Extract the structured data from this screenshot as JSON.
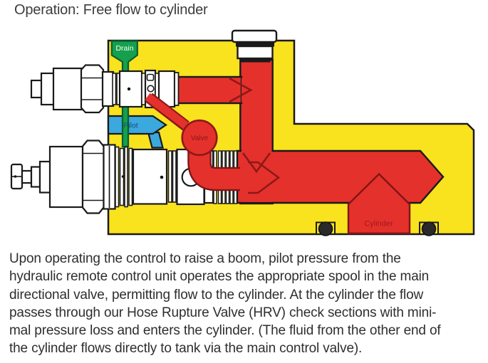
{
  "title": "Operation: Free flow to cylinder",
  "diagram": {
    "labels": {
      "drain": "Drain",
      "pilot": "Pilot",
      "valve": "Valve",
      "cylinder": "Cylinder"
    },
    "colors": {
      "block_yellow": "#F9E21E",
      "flow_red": "#E5312B",
      "flow_red_outline": "#8D181B",
      "drain_green": "#15A04D",
      "drain_green_outline": "#0B5D30",
      "pilot_blue": "#3BA8DE",
      "outline_black": "#1A1A1A"
    }
  },
  "description": {
    "lines": [
      "Upon operating the control to raise a boom, pilot pressure from the",
      "hydraulic remote control unit operates the appropriate spool in the main",
      "directional valve, permitting flow to the cylinder. At the cylinder the flow",
      "passes through our Hose Rupture Valve (HRV) check sections with mini-",
      "mal pressure loss and enters the cylinder. (The fluid from the other end of",
      "the cylinder flows directly to tank via the main control valve)."
    ]
  }
}
